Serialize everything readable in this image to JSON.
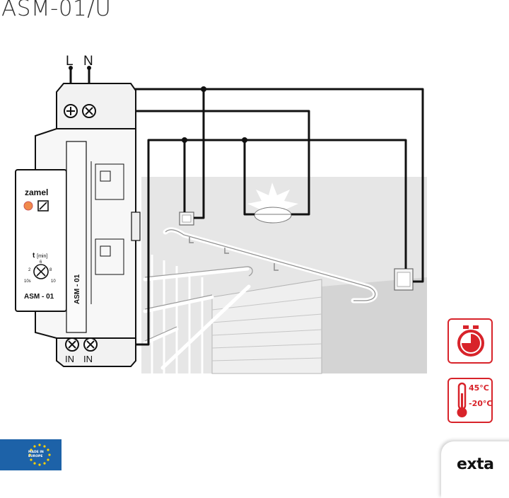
{
  "title": "ASM-01/U",
  "terminals": {
    "top_left": "L",
    "top_right": "N",
    "bottom_left": "IN",
    "bottom_right": "IN"
  },
  "device": {
    "brand": "zamel",
    "model": "ASM - 01",
    "side_label": "ASM - 01",
    "time_label": "t",
    "time_unit": "[min]",
    "dial_marks": [
      "2",
      "6",
      "8",
      "10s",
      "10"
    ]
  },
  "badges": {
    "temp_high": "45°C",
    "temp_low": "-20°C"
  },
  "eu_badge": {
    "line1": "MADE IN",
    "line2": "EUROPE"
  },
  "brand_footer": "exta",
  "icons": [
    "stopwatch-icon",
    "thermometer-icon",
    "eu-stars-icon",
    "relay-icon",
    "lamp-icon"
  ],
  "colors": {
    "accent": "#d8232a",
    "eu_blue": "#1d62a8",
    "wire": "#111111"
  }
}
